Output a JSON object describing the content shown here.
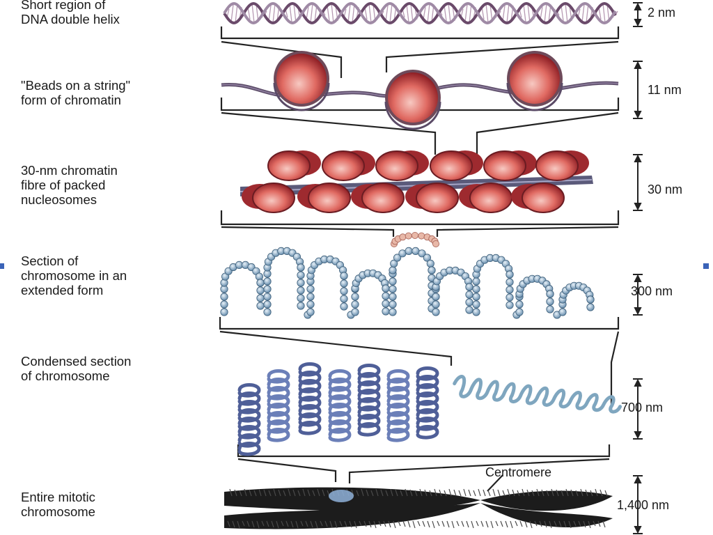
{
  "labels": {
    "level1": "Short region of\nDNA double helix",
    "level2": "\"Beads on a string\"\nform of chromatin",
    "level3": "30-nm chromatin\nfibre of packed\nnucleosomes",
    "level4": "Section of\nchromosome in an\nextended form",
    "level5": "Condensed section\nof chromosome",
    "level6": "Entire mitotic\nchromosome"
  },
  "scales": {
    "level1": "2 nm",
    "level2": "11 nm",
    "level3": "30 nm",
    "level4": "300 nm",
    "level5": "700 nm",
    "level6": "1,400 nm"
  },
  "annotations": {
    "centromere": "Centromere"
  },
  "colors": {
    "dna_strand": "#6a4a6a",
    "nucleosome": "#c8343a",
    "nucleosome_highlight": "#f7c9c2",
    "fibre_beads": "#8fb1c9",
    "condensed": "#5b6fa8",
    "chromosome": "#1c1c1c",
    "bracket": "#222222"
  }
}
